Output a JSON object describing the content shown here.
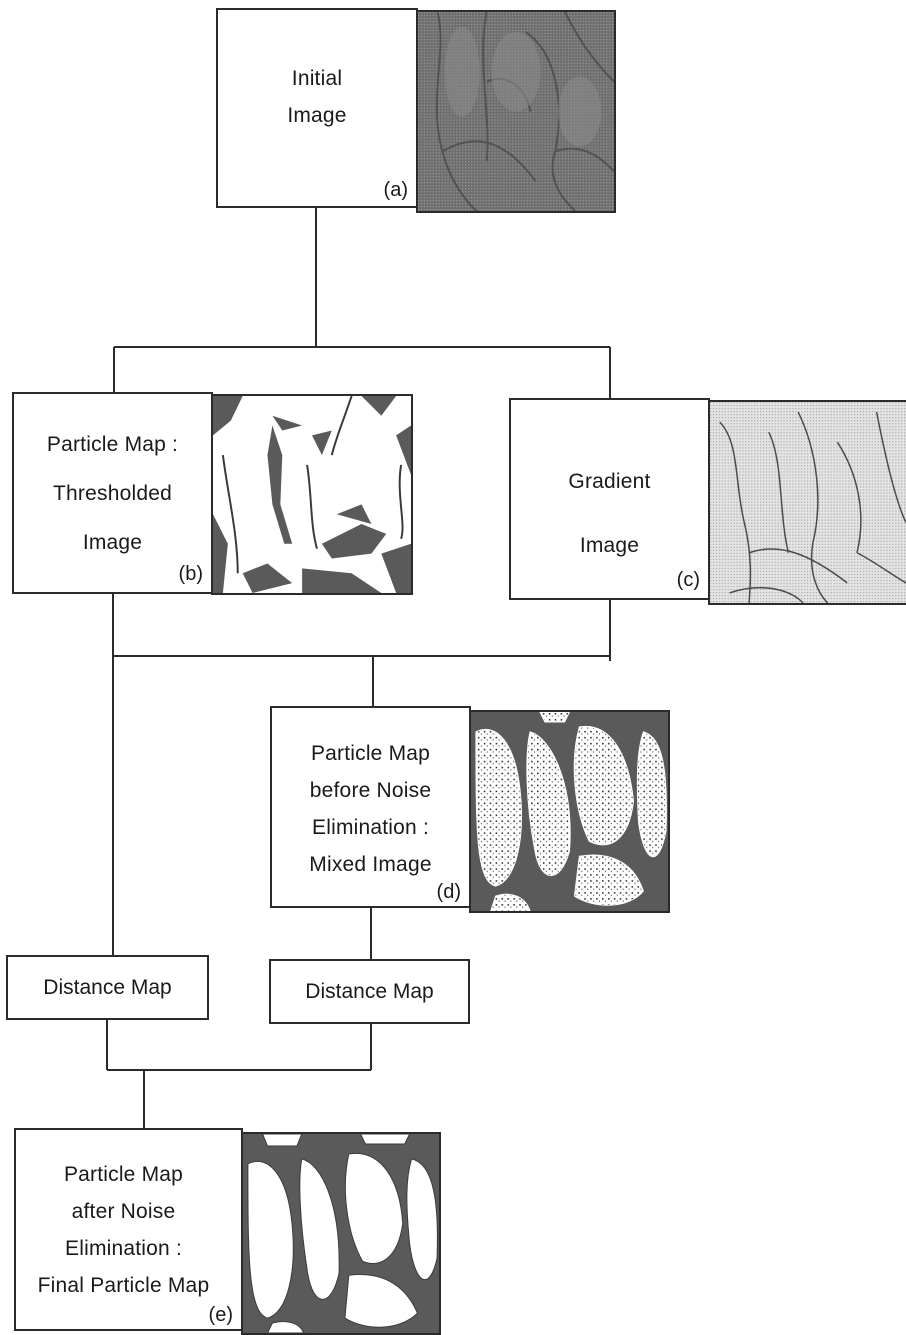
{
  "nodes": {
    "a": {
      "lines": [
        "Initial",
        "Image"
      ],
      "tag": "(a)"
    },
    "b": {
      "lines": [
        "Particle Map :",
        "Thresholded",
        "Image"
      ],
      "tag": "(b)"
    },
    "c": {
      "lines": [
        "Gradient",
        "Image"
      ],
      "tag": "(c)"
    },
    "d": {
      "lines": [
        "Particle Map",
        "before Noise",
        "Elimination :",
        "Mixed Image"
      ],
      "tag": "(d)"
    },
    "dm_left": {
      "label": "Distance Map"
    },
    "dm_right": {
      "label": "Distance Map"
    },
    "e": {
      "lines": [
        "Particle Map",
        "after Noise",
        "Elimination :",
        "Final Particle Map"
      ],
      "tag": "(e)"
    }
  },
  "colors": {
    "line": "#2b2b2b",
    "dark_fill": "#5a5a5a",
    "gray_fill": "#9a9a9a",
    "light_fill": "#d6d6d6"
  }
}
